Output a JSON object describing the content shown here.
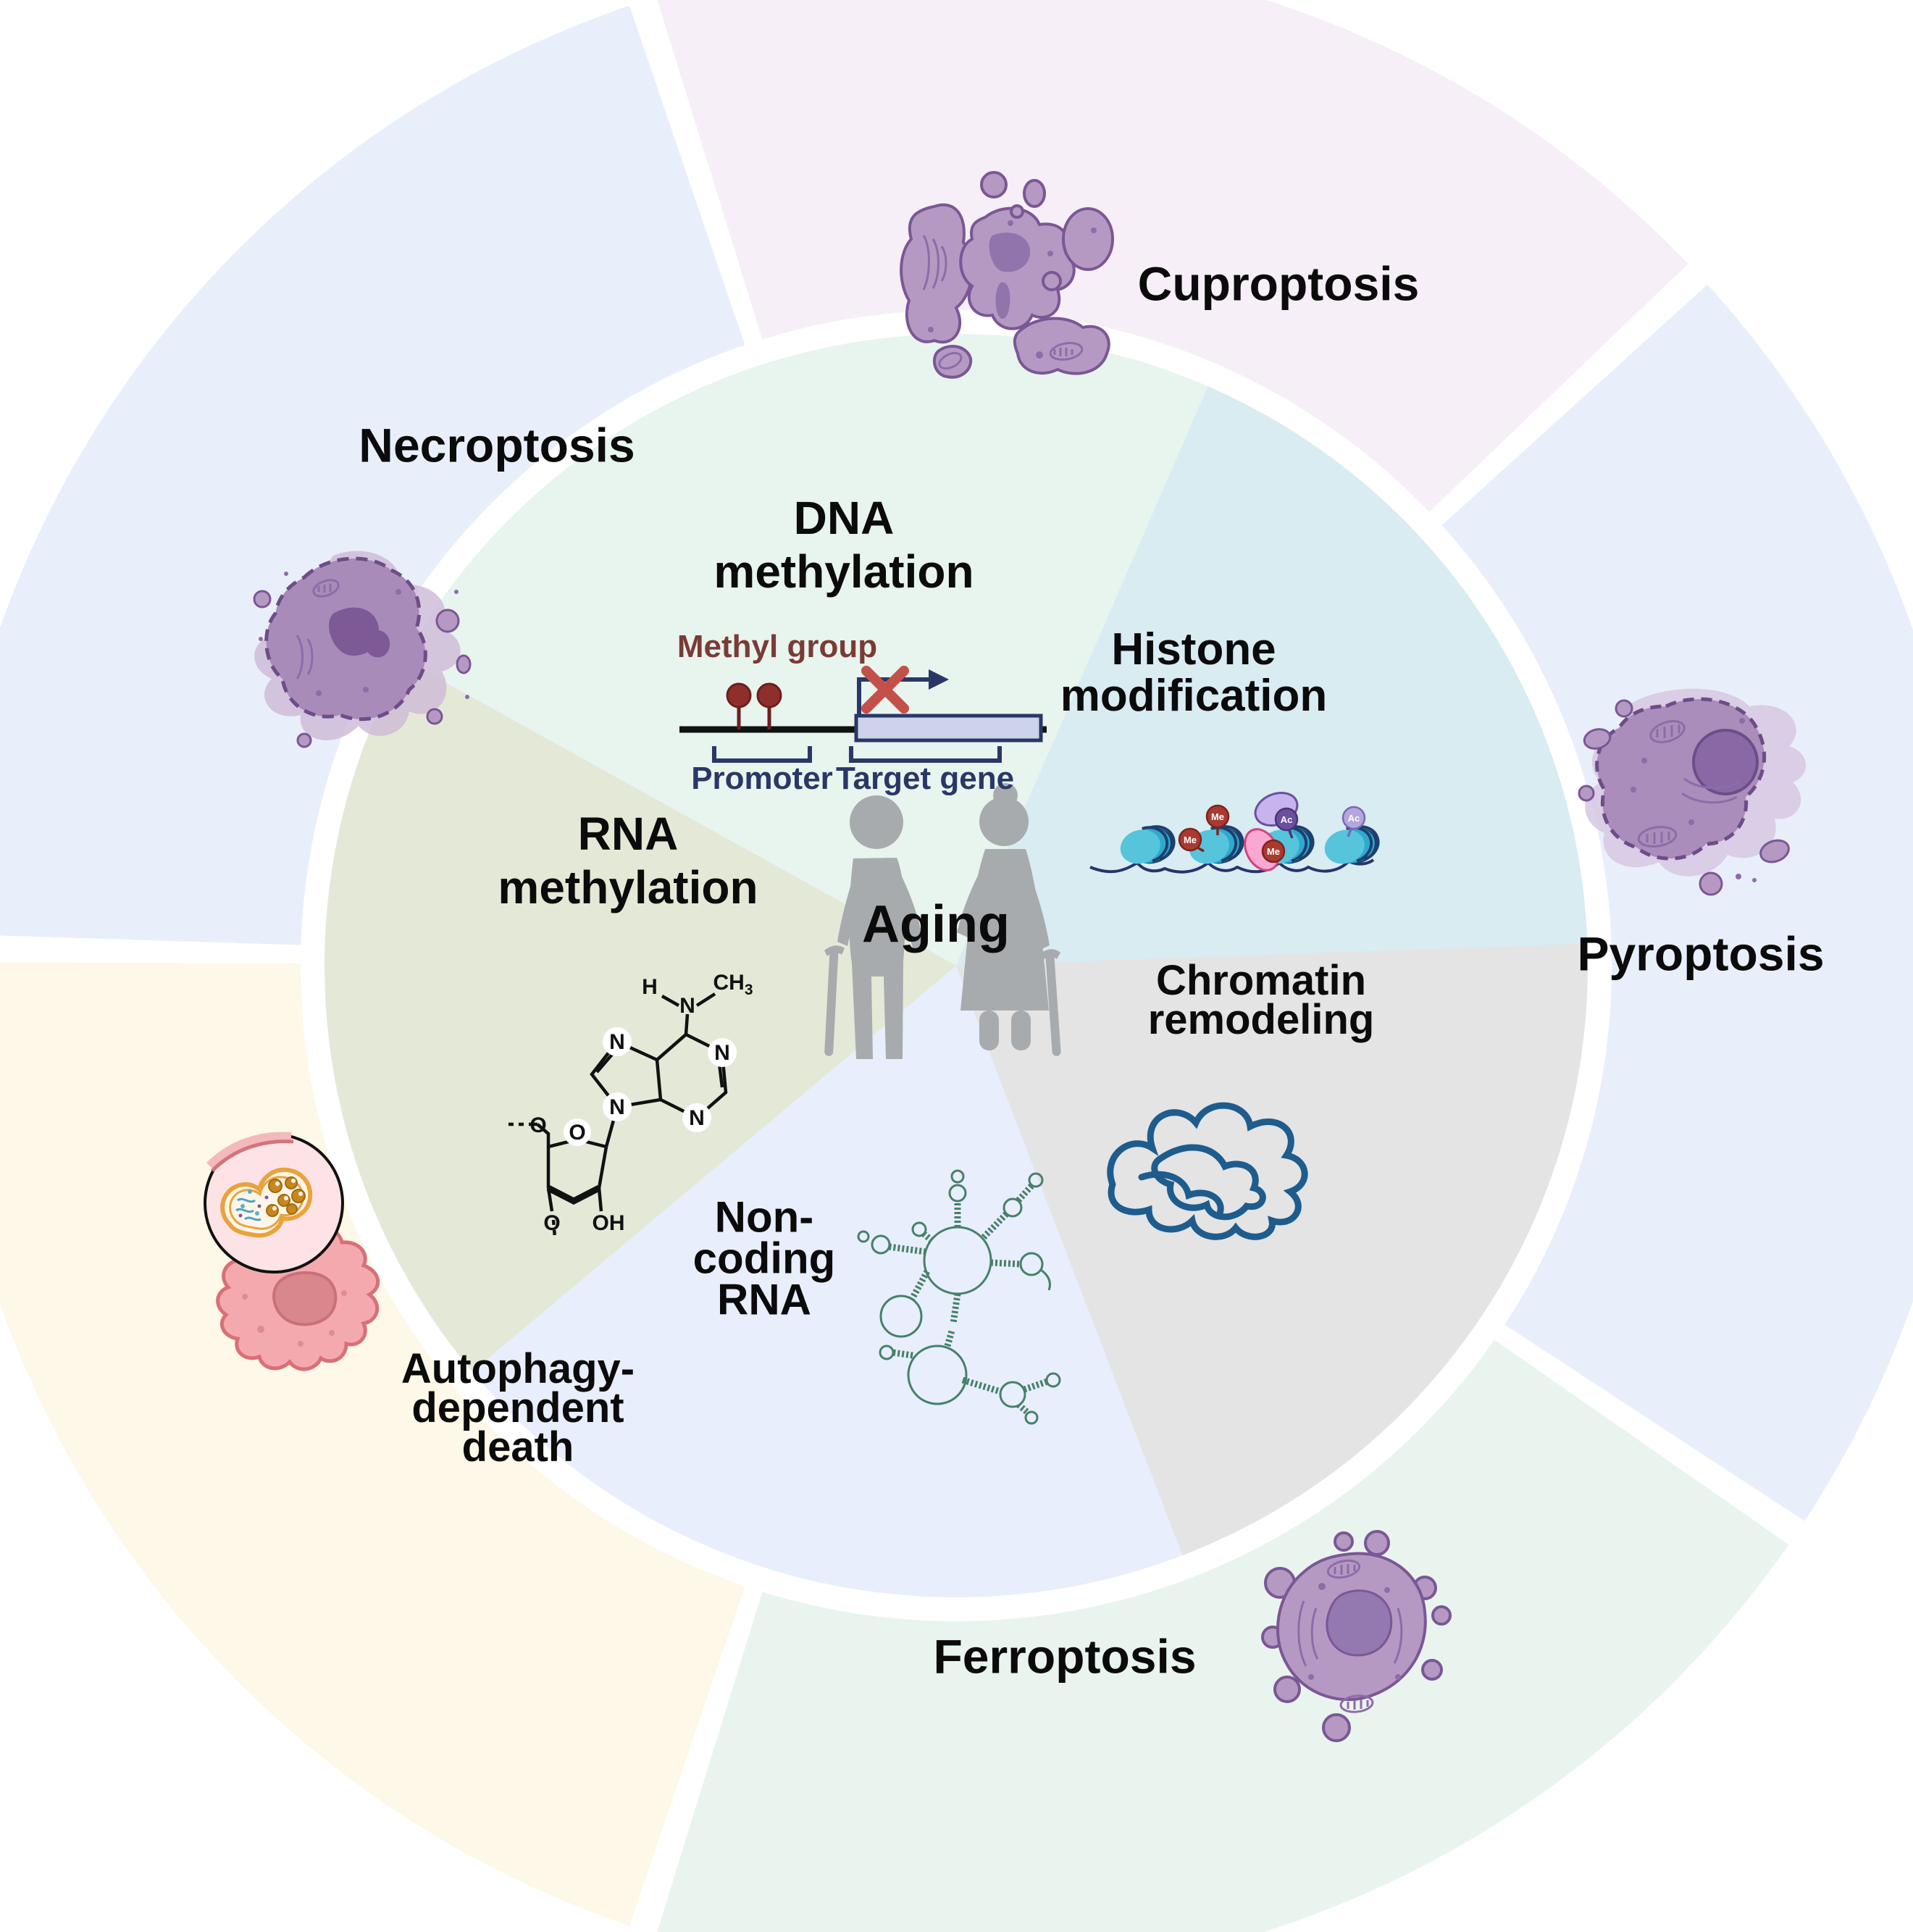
{
  "figure": {
    "center_label": "Aging"
  },
  "inner_wedges": [
    {
      "id": "dna_methylation",
      "line1": "DNA",
      "line2": "methylation",
      "color": "#e8f4ee",
      "icon": "gene-promoter-methylation-icon"
    },
    {
      "id": "histone_modification",
      "line1": "Histone",
      "line2": "modification",
      "color": "#d8ecf2",
      "icon": "nucleosome-string-icon"
    },
    {
      "id": "chromatin_remodeling",
      "line1": "Chromatin",
      "line2": "remodeling",
      "color": "#e4e4e5",
      "icon": "tangled-chromatin-icon"
    },
    {
      "id": "non_coding_rna",
      "line1": "Non-",
      "line2": "coding",
      "line3": "RNA",
      "color": "#e8eefb",
      "icon": "rna-secondary-structure-icon"
    },
    {
      "id": "rna_methylation",
      "line1": "RNA",
      "line2": "methylation",
      "color": "#e4e9d7",
      "icon": "methyladenosine-structure-icon"
    }
  ],
  "outer_segments": [
    {
      "id": "cuproptosis",
      "label": "Cuproptosis",
      "color": "#f6eff7",
      "icon": "fragmented-cell-icon"
    },
    {
      "id": "pyroptosis",
      "label": "Pyroptosis",
      "color": "#e9effa",
      "icon": "swelling-cell-icon"
    },
    {
      "id": "ferroptosis",
      "label": "Ferroptosis",
      "color": "#e9f4ef",
      "icon": "blebbing-cell-icon"
    },
    {
      "id": "autophagy_dependent_death",
      "line1": "Autophagy-",
      "line2": "dependent",
      "line3": "death",
      "color": "#fdf8e7",
      "icon": "autophagic-cell-icon"
    },
    {
      "id": "necroptosis",
      "label": "Necroptosis",
      "color": "#e9effa",
      "icon": "ruptured-cell-icon"
    }
  ],
  "dna_diagram": {
    "methyl_group": "Methyl group",
    "promoter": "Promoter",
    "target_gene": "Target gene"
  },
  "rna_structure": {
    "h": "H",
    "ch": "CH",
    "sub3": "3",
    "n": "N",
    "o": "O",
    "oh": "OH"
  },
  "histone_tags": {
    "me": "Me",
    "ac": "Ac"
  },
  "palette": {
    "label_black": "#0b0b0b",
    "maroon": "#7a3b35",
    "navy": "#2a3766",
    "red_x": "#c4504b",
    "methyl_red": "#8f2f2b",
    "gene_box_fill": "#ccd3ea",
    "cell_purple": "#b699c3",
    "cell_purple_outline": "#7a5795",
    "cell_purple_nucleus": "#9074ab",
    "cell_splat_light": "#d2c2dc",
    "cell_pink": "#f4a9ae",
    "cell_pink_outline": "#d96f77",
    "figure_gray": "#a8abae",
    "nucleosome_teal": "#56c5dc",
    "nucleosome_teal_dark": "#2fa9cc",
    "dna_string_navy": "#27336b",
    "chromatin_blue": "#1e5c8d",
    "rna_green": "#47806a",
    "me_tag": "#a93a31",
    "ac_tag_dark": "#6b4fa1",
    "ac_tag_light": "#b3a7dc",
    "autophagosome_orange": "#e8a33d",
    "white_gap": "#ffffff"
  }
}
